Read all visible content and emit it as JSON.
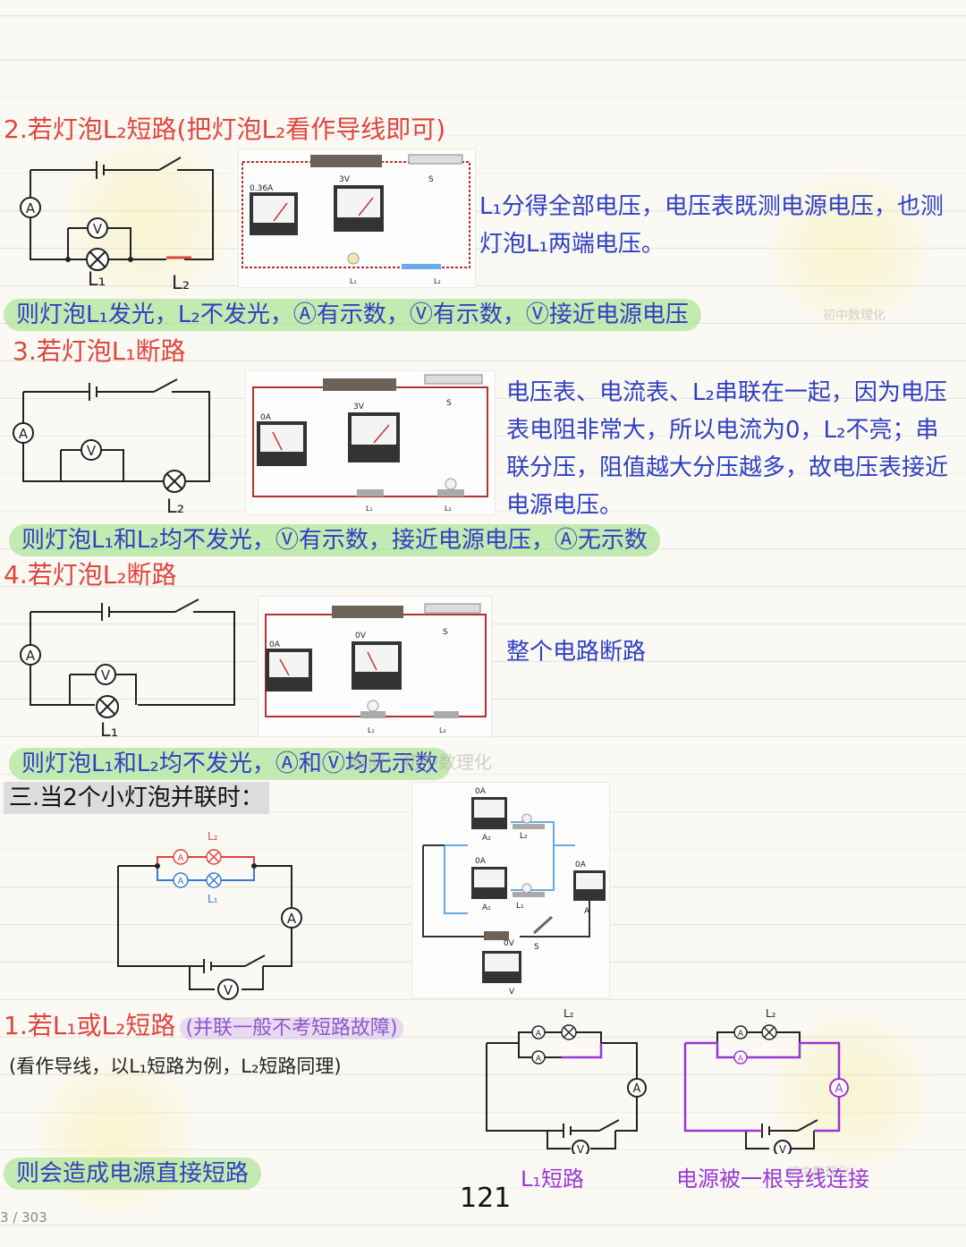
{
  "section2": {
    "heading": "2.若灯泡L₂短路",
    "note": "(把灯泡L₂看作导线即可)",
    "explanation": "L₁分得全部电压，电压表既测电源电压，也测灯泡L₁两端电压。",
    "conclusion": "则灯泡L₁发光，L₂不发光，Ⓐ有示数，Ⓥ有示数，Ⓥ接近电源电压",
    "label_l1": "L₁",
    "label_l2": "L₂",
    "ammeter_reading": "0.36A",
    "voltmeter_reading": "3V",
    "switch_label": "S",
    "photo_l1": "L₁",
    "photo_l2": "L₂"
  },
  "section3": {
    "heading": "3.若灯泡L₁断路",
    "explanation": "电压表、电流表、L₂串联在一起，因为电压表电阻非常大，所以电流为0，L₂不亮；串联分压，阻值越大分压越多，故电压表接近电源电压。",
    "conclusion": "则灯泡L₁和L₂均不发光，Ⓥ有示数，接近电源电压，Ⓐ无示数",
    "label_l2": "L₂",
    "ammeter_reading": "0A",
    "voltmeter_reading": "3V",
    "switch_label": "S",
    "photo_l1": "L₁",
    "photo_l2": "L₂"
  },
  "section4": {
    "heading": "4.若灯泡L₂断路",
    "explanation": "整个电路断路",
    "conclusion": "则灯泡L₁和L₂均不发光，Ⓐ和Ⓥ均无示数",
    "label_l1": "L₁",
    "ammeter_reading": "0A",
    "voltmeter_reading": "0V",
    "switch_label": "S",
    "photo_l1": "L₁",
    "photo_l2": "L₂"
  },
  "parallel": {
    "heading": "三.当2个小灯泡并联时：",
    "label_l1": "L₁",
    "label_l2": "L₂",
    "photo": {
      "a2_reading": "0A",
      "a2_label": "A₂",
      "l2_label": "L₂",
      "a1_reading": "0A",
      "a1_label": "A₁",
      "l1_label": "L₁",
      "a_reading": "0A",
      "a_label": "A",
      "v_reading": "0V",
      "v_label": "V",
      "switch_label": "S"
    }
  },
  "parallel_short": {
    "heading": "1.若L₁或L₂短路",
    "note": "(并联一般不考短路故障)",
    "sub": "(看作导线，以L₁短路为例，L₂短路同理)",
    "conclusion": "则会造成电源直接短路",
    "caption_left": "L₁短路",
    "caption_right": "电源被一根导线连接",
    "label_l2": "L₂"
  },
  "watermarks": [
    "原创：初中数理化",
    "初中数理化"
  ],
  "page_number": "121",
  "page_counter": "3 / 303",
  "colors": {
    "heading": "#e0453d",
    "body": "#2f3fc4",
    "highlight": "#96de78",
    "purple": "#9b35d6"
  }
}
